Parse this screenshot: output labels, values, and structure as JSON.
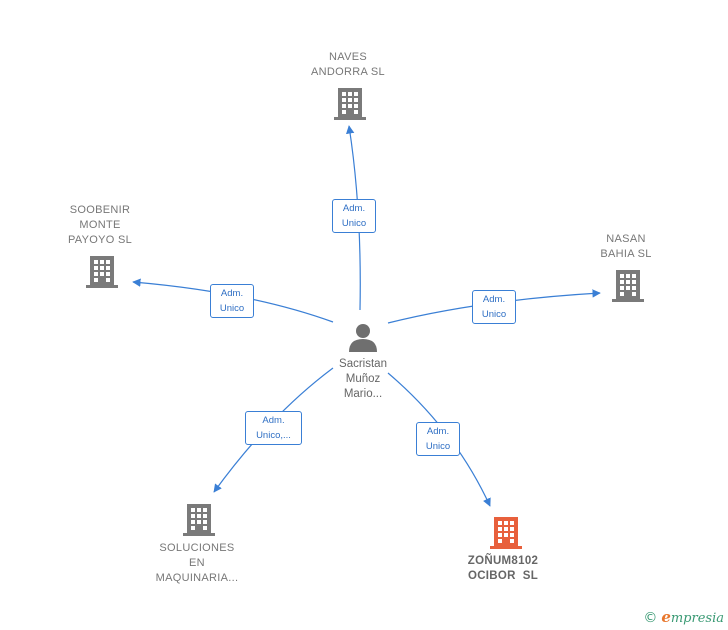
{
  "colors": {
    "edge": "#3a7fd5",
    "building": "#7a7a7a",
    "building_highlight": "#e8603c",
    "person": "#6f6f6f"
  },
  "center": {
    "lines": [
      "Sacristan",
      "Muñoz",
      "Mario..."
    ],
    "icon": "person-icon"
  },
  "companies": [
    {
      "id": "naves",
      "lines": [
        "NAVES",
        "ANDORRA SL"
      ],
      "icon": "building-icon",
      "highlighted": false
    },
    {
      "id": "soobenir",
      "lines": [
        "SOOBENIR",
        "MONTE",
        "PAYOYO SL"
      ],
      "icon": "building-icon",
      "highlighted": false
    },
    {
      "id": "nasan",
      "lines": [
        "NASAN",
        "BAHIA SL"
      ],
      "icon": "building-icon",
      "highlighted": false
    },
    {
      "id": "soluciones",
      "lines": [
        "SOLUCIONES",
        "EN",
        "MAQUINARIA..."
      ],
      "icon": "building-icon",
      "highlighted": false
    },
    {
      "id": "zonum",
      "lines": [
        "ZOÑUM8102",
        "OCIBOR  SL"
      ],
      "icon": "building-icon",
      "highlighted": true
    }
  ],
  "edges": [
    {
      "to": "naves",
      "label": [
        "Adm.",
        "Unico"
      ]
    },
    {
      "to": "soobenir",
      "label": [
        "Adm.",
        "Unico"
      ]
    },
    {
      "to": "nasan",
      "label": [
        "Adm.",
        "Unico"
      ]
    },
    {
      "to": "soluciones",
      "label": [
        "Adm.",
        "Unico,..."
      ]
    },
    {
      "to": "zonum",
      "label": [
        "Adm.",
        "Unico"
      ]
    }
  ],
  "footer": {
    "copyright_symbol": "©",
    "brand_initial": "e",
    "brand_rest": "mpresia"
  }
}
